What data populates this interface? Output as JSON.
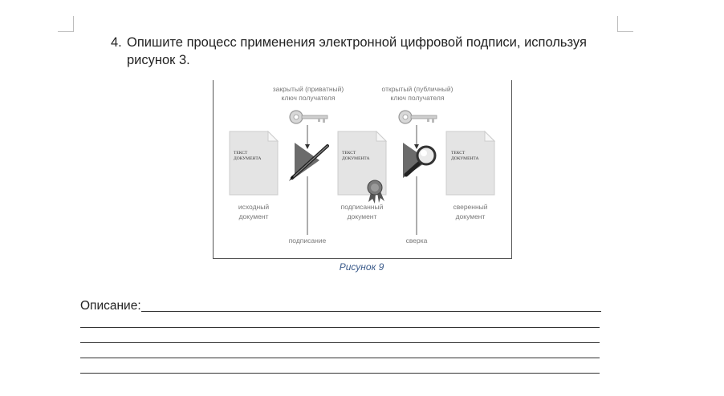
{
  "question": {
    "number": "4.",
    "text": "Опишите процесс применения электронной цифровой подписи, используя рисунок 3."
  },
  "figure": {
    "private_key_label_1": "закрытый (приватный)",
    "private_key_label_2": "ключ получателя",
    "public_key_label_1": "открытый (публичный)",
    "public_key_label_2": "ключ получателя",
    "doc_text_1": "ТЕКСТ",
    "doc_text_2": "ДОКУМЕНТА",
    "source_doc_1": "исходный",
    "source_doc_2": "документ",
    "signed_doc_1": "подписанный",
    "signed_doc_2": "документ",
    "verified_doc_1": "сверенный",
    "verified_doc_2": "документ",
    "signing": "подписание",
    "verification": "сверка",
    "caption": "Рисунок 9"
  },
  "answer": {
    "label": "Описание:"
  }
}
